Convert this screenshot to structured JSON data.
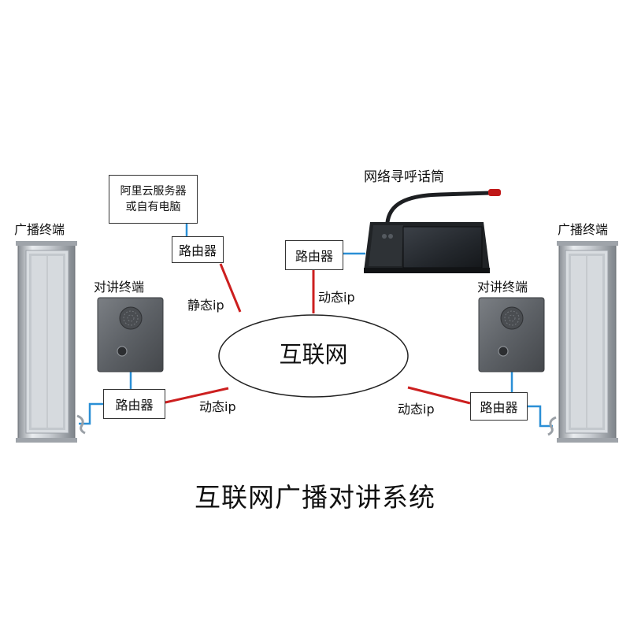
{
  "labels": {
    "broadcast_terminal_left": "广播终端",
    "broadcast_terminal_right": "广播终端",
    "intercom_terminal_left": "对讲终端",
    "intercom_terminal_right": "对讲终端",
    "paging_microphone": "网络寻呼话筒"
  },
  "routers": {
    "server_side": "路由器",
    "mic_side": "路由器",
    "left_side": "路由器",
    "right_side": "路由器"
  },
  "server": {
    "line1": "阿里云服务器",
    "line2": "或自有电脑"
  },
  "connections": {
    "static_ip": "静态ip",
    "dynamic_ip_mic": "动态ip",
    "dynamic_ip_left": "动态ip",
    "dynamic_ip_right": "动态ip"
  },
  "internet": "互联网",
  "title": "互联网广播对讲系统",
  "colors": {
    "wan_line": "#cc1f1f",
    "lan_line": "#2a8fd6",
    "border": "#333333"
  }
}
